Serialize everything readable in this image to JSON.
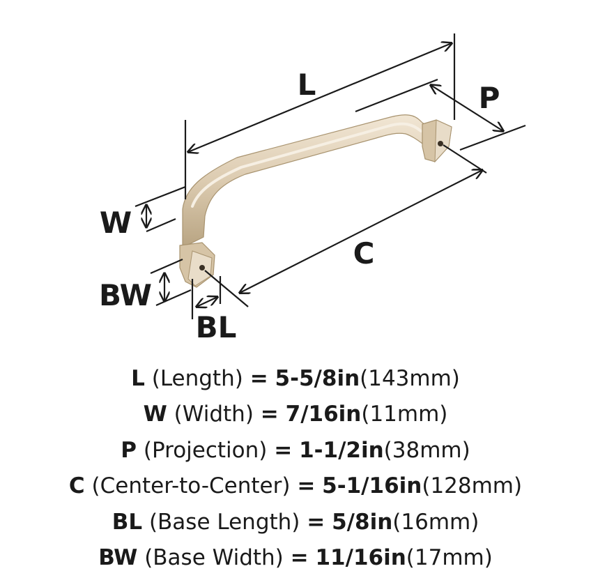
{
  "diagram": {
    "labels": {
      "L": "L",
      "P": "P",
      "W": "W",
      "C": "C",
      "BW": "BW",
      "BL": "BL"
    },
    "colors": {
      "handle": "#dccbb0",
      "handle_dark": "#b9a584",
      "handle_light": "#efe4d2",
      "lines": "#1a1a1a"
    }
  },
  "specs": [
    {
      "code": "L",
      "desc": "(Length)",
      "eq": "=",
      "inch": "5-5/8in",
      "mm": "(143mm)"
    },
    {
      "code": "W",
      "desc": "(Width)",
      "eq": "=",
      "inch": "7/16in",
      "mm": "(11mm)"
    },
    {
      "code": "P",
      "desc": "(Projection)",
      "eq": "=",
      "inch": "1-1/2in",
      "mm": "(38mm)"
    },
    {
      "code": "C",
      "desc": "(Center-to-Center)",
      "eq": "=",
      "inch": "5-1/16in",
      "mm": "(128mm)"
    },
    {
      "code": "BL",
      "desc": "(Base Length)",
      "eq": "=",
      "inch": "5/8in",
      "mm": "(16mm)"
    },
    {
      "code": "BW",
      "desc": "(Base Width)",
      "eq": "=",
      "inch": "11/16in",
      "mm": "(17mm)"
    }
  ]
}
